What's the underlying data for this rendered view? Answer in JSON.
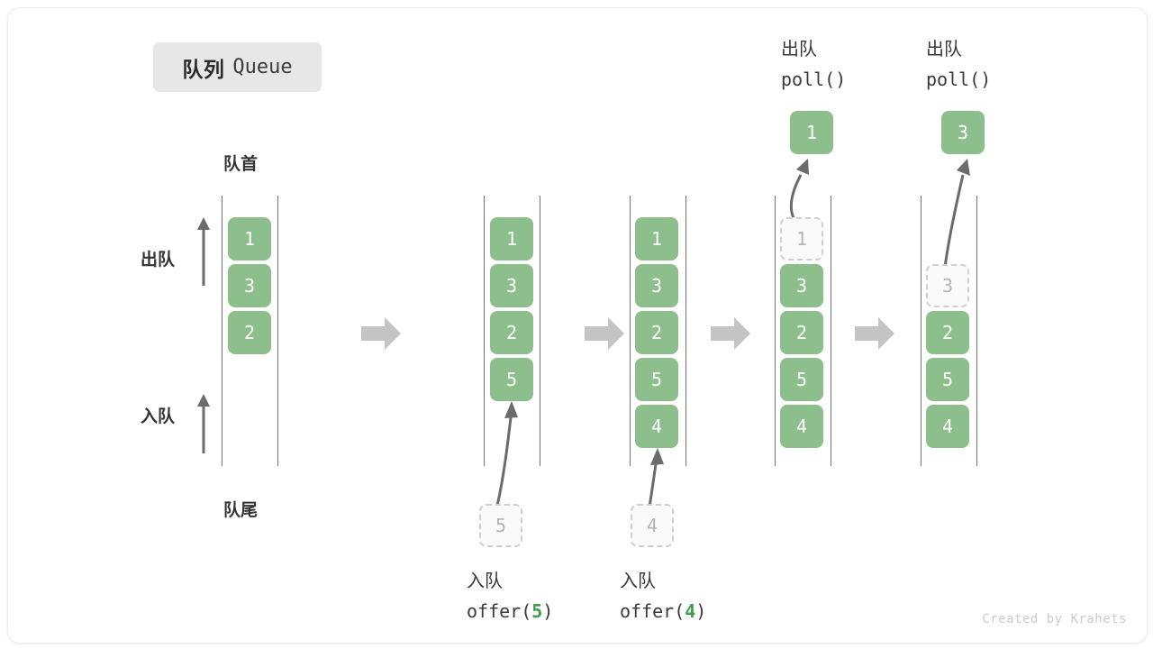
{
  "title": {
    "cn": "队列",
    "en": "Queue"
  },
  "labels": {
    "head": "队首",
    "tail": "队尾",
    "dequeue_side": "出队",
    "enqueue_side": "入队"
  },
  "watermark": "Created by Krahets",
  "colors": {
    "cell_fill": "#8cbf8c",
    "cell_text": "#ffffff",
    "ghost_border": "#cfcfcf",
    "ghost_text": "#b4b4b4",
    "rail": "#6f6f6f",
    "arrow": "#6b6b6b",
    "block_arrow": "#c4c4c4",
    "accent_green": "#3f9e4d",
    "chip_bg": "#e7e7e7"
  },
  "steps": [
    {
      "id": "initial",
      "caption_cn": "",
      "caption_code": "",
      "code_arg": "",
      "slots": [
        {
          "value": "1",
          "state": "filled"
        },
        {
          "value": "3",
          "state": "filled"
        },
        {
          "value": "2",
          "state": "filled"
        },
        {
          "value": "",
          "state": "empty"
        },
        {
          "value": "",
          "state": "empty"
        }
      ],
      "incoming": null,
      "result": null
    },
    {
      "id": "offer-5",
      "caption_cn": "入队",
      "caption_code_prefix": "offer(",
      "code_arg": "5",
      "caption_code_suffix": ")",
      "slots": [
        {
          "value": "1",
          "state": "filled"
        },
        {
          "value": "3",
          "state": "filled"
        },
        {
          "value": "2",
          "state": "filled"
        },
        {
          "value": "5",
          "state": "filled"
        },
        {
          "value": "",
          "state": "empty"
        }
      ],
      "incoming": {
        "value": "5",
        "state": "ghost"
      },
      "result": null
    },
    {
      "id": "offer-4",
      "caption_cn": "入队",
      "caption_code_prefix": "offer(",
      "code_arg": "4",
      "caption_code_suffix": ")",
      "slots": [
        {
          "value": "1",
          "state": "filled"
        },
        {
          "value": "3",
          "state": "filled"
        },
        {
          "value": "2",
          "state": "filled"
        },
        {
          "value": "5",
          "state": "filled"
        },
        {
          "value": "4",
          "state": "filled"
        }
      ],
      "incoming": {
        "value": "4",
        "state": "ghost"
      },
      "result": null
    },
    {
      "id": "poll-1",
      "top_cn": "出队",
      "top_code": "poll()",
      "slots": [
        {
          "value": "1",
          "state": "ghost"
        },
        {
          "value": "3",
          "state": "filled"
        },
        {
          "value": "2",
          "state": "filled"
        },
        {
          "value": "5",
          "state": "filled"
        },
        {
          "value": "4",
          "state": "filled"
        }
      ],
      "incoming": null,
      "result": {
        "value": "1",
        "state": "filled"
      }
    },
    {
      "id": "poll-3",
      "top_cn": "出队",
      "top_code": "poll()",
      "slots": [
        {
          "value": "",
          "state": "empty"
        },
        {
          "value": "3",
          "state": "ghost"
        },
        {
          "value": "2",
          "state": "filled"
        },
        {
          "value": "5",
          "state": "filled"
        },
        {
          "value": "4",
          "state": "filled"
        }
      ],
      "incoming": null,
      "result": {
        "value": "3",
        "state": "filled"
      }
    }
  ]
}
